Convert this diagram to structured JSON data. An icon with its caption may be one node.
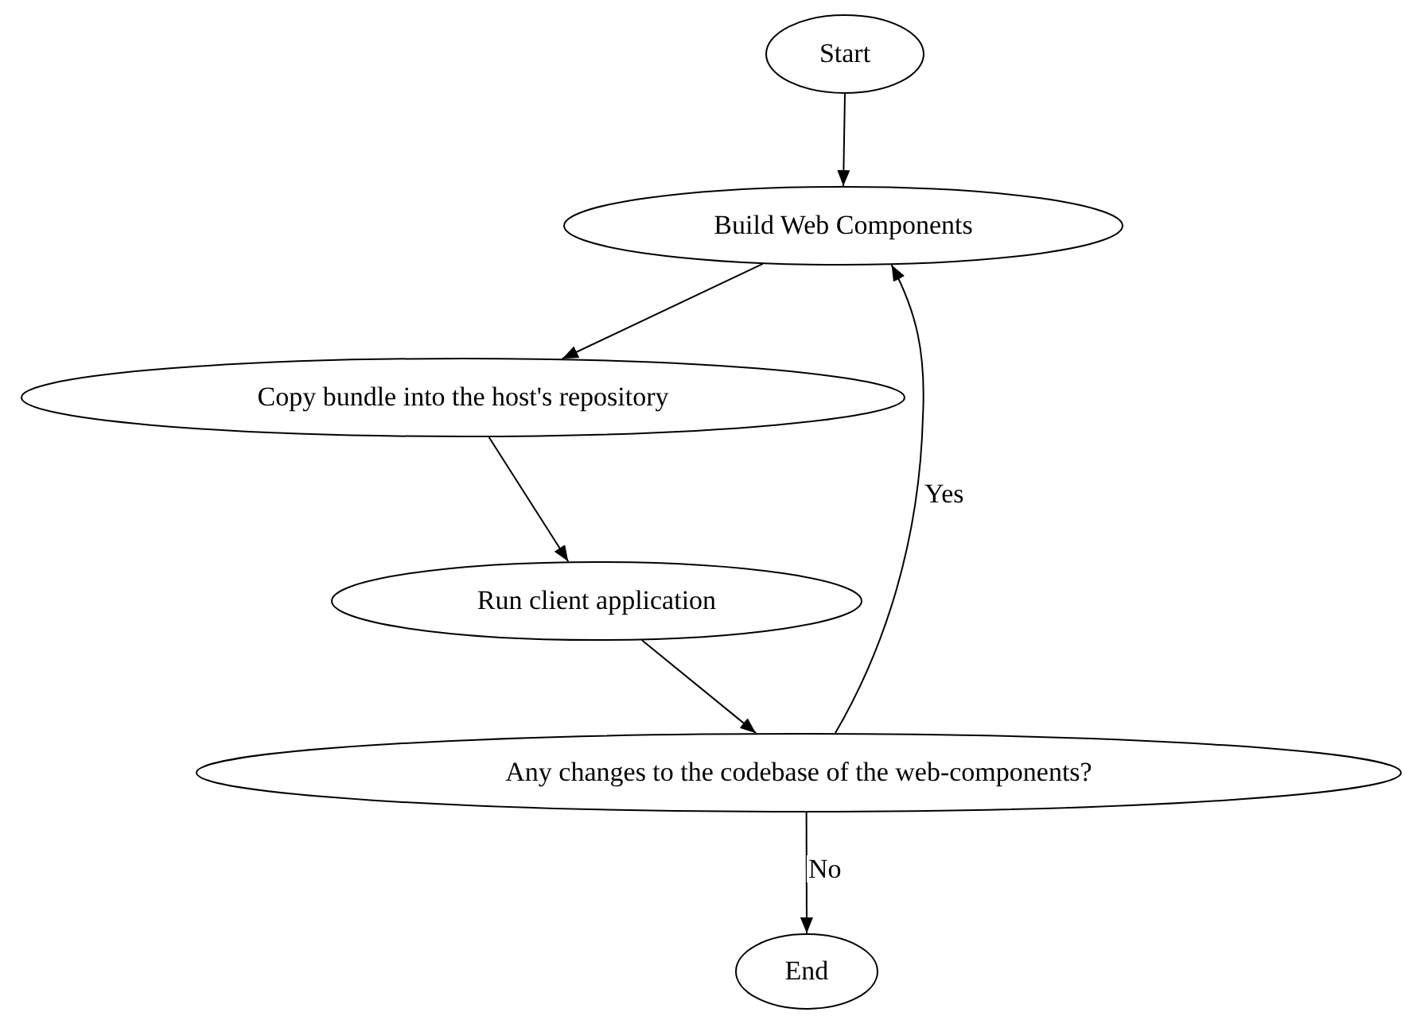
{
  "diagram": {
    "nodes": [
      {
        "text": [
          "Start"
        ]
      },
      {
        "text": [
          "Build Web Components"
        ]
      },
      {
        "text": [
          "Copy bundle into the host's repository"
        ]
      },
      {
        "text": [
          "Run client application"
        ]
      },
      {
        "text": [
          "Any changes to the codebase of the web-components?"
        ]
      },
      {
        "text": [
          "End"
        ]
      }
    ],
    "edges": [
      {
        "from": 0,
        "to": 1,
        "arrow": "to"
      },
      {
        "from": 1,
        "to": 2,
        "arrow": "to"
      },
      {
        "from": 2,
        "to": 3,
        "arrow": "to"
      },
      {
        "from": 3,
        "to": 4,
        "arrow": "to"
      },
      {
        "from": 4,
        "to": 1,
        "label": "Yes",
        "arrow": "to"
      },
      {
        "from": 4,
        "to": 5,
        "label": "No",
        "arrow": "to"
      }
    ]
  }
}
